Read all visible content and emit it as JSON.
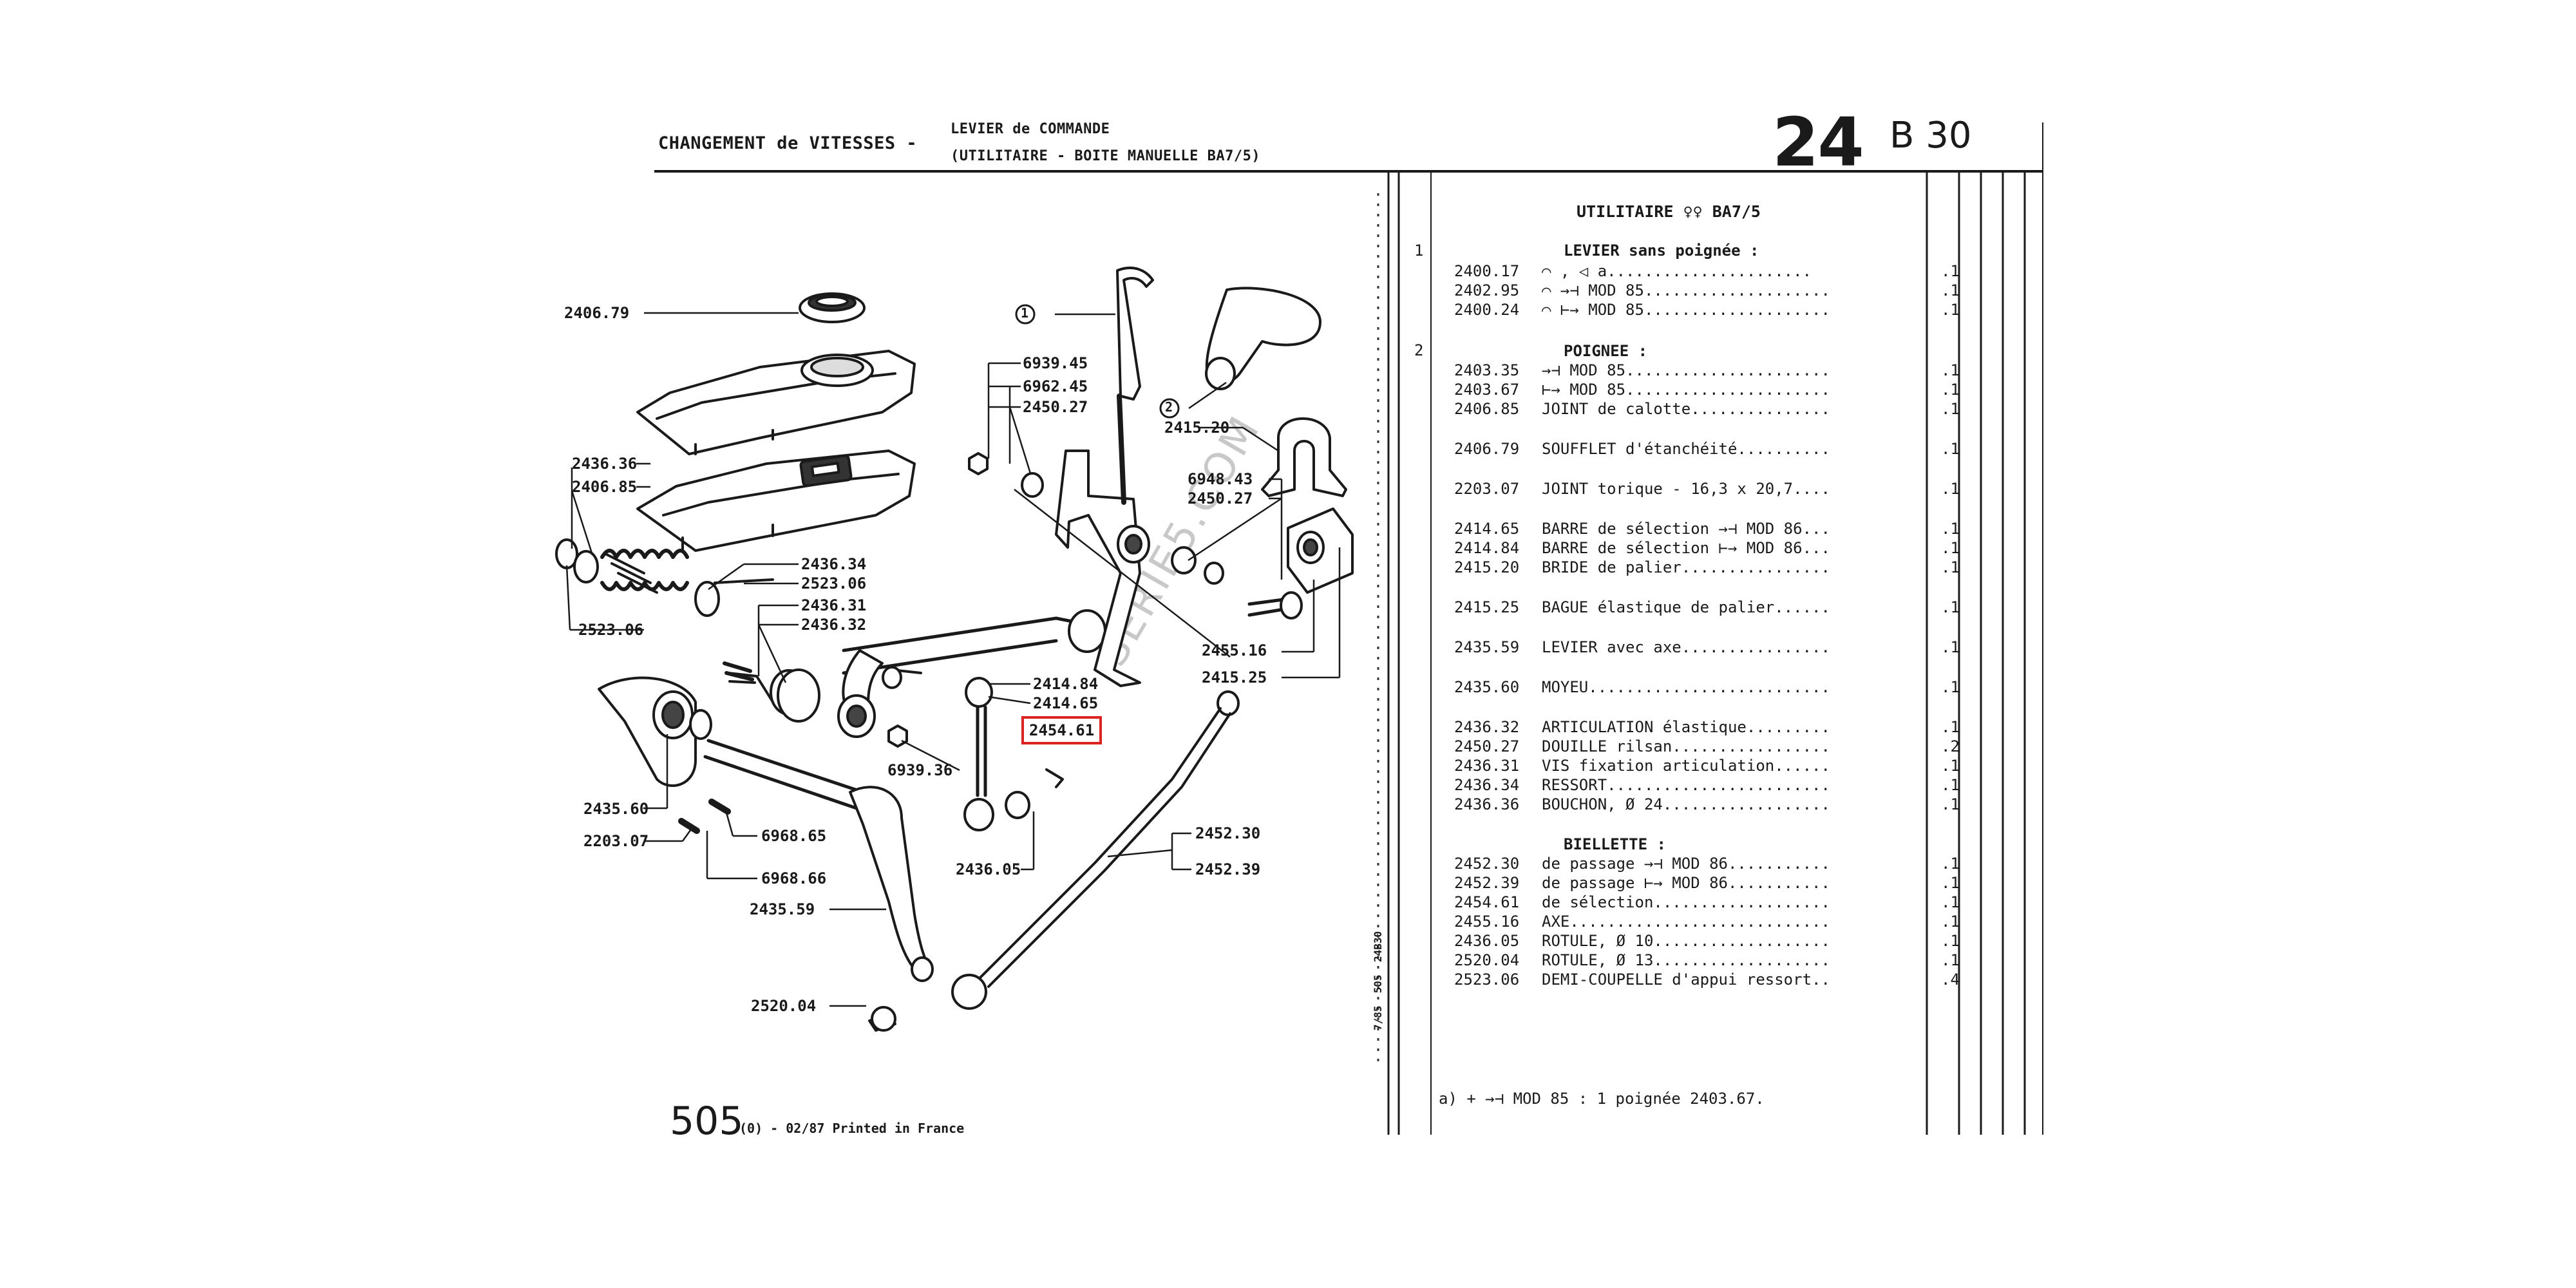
{
  "header": {
    "title_left": "CHANGEMENT de VITESSES -",
    "title_sub1": "LEVIER de COMMANDE",
    "title_sub2": "(UTILITAIRE - BOITE MANUELLE BA7/5)",
    "page_group": "24",
    "page_sub": "B 30"
  },
  "diagram": {
    "watermark": "SERIE5.COM",
    "callouts": {
      "c240679": "2406.79",
      "c243636": "2436.36",
      "c240685": "2406.85",
      "c243634": "2436.34",
      "c252306a": "2523.06",
      "c252306b": "2523.06",
      "c243631": "2436.31",
      "c243632": "2436.32",
      "c243560": "2435.60",
      "c220307": "2203.07",
      "c696865": "6968.65",
      "c696866": "6968.66",
      "c243559": "2435.59",
      "c252004": "2520.04",
      "c693945": "6939.45",
      "c696245": "6962.45",
      "c245027a": "2450.27",
      "c241520a": "2415.20",
      "c694843": "6948.43",
      "c245027b": "2450.27",
      "c245516": "2455.16",
      "c241525": "2415.25",
      "c241484": "2414.84",
      "c241465": "2414.65",
      "c245461": "2454.61",
      "c693936": "6939.36",
      "c243605": "2436.05",
      "c245230": "2452.30",
      "c245239": "2452.39",
      "circ1": "1",
      "circ2": "2"
    }
  },
  "parts": {
    "model_title": "UTILITAIRE ♀♀ BA7/5",
    "group1_num": "1",
    "group2_num": "2",
    "rows": [
      {
        "ref": "",
        "desc": "LEVIER sans poignée :",
        "qty": ""
      },
      {
        "ref": "2400.17",
        "desc": "⌒ , ◁ a......................",
        "qty": ".1"
      },
      {
        "ref": "2402.95",
        "desc": "⌒ →⊣ MOD 85....................",
        "qty": ".1"
      },
      {
        "ref": "2400.24",
        "desc": "⌒ ⊢→ MOD 85....................",
        "qty": ".1"
      },
      {
        "ref": "",
        "desc": "POIGNEE :",
        "qty": ""
      },
      {
        "ref": "2403.35",
        "desc": "→⊣ MOD 85......................",
        "qty": ".1"
      },
      {
        "ref": "2403.67",
        "desc": "⊢→ MOD 85......................",
        "qty": ".1"
      },
      {
        "ref": "2406.85",
        "desc": "JOINT de calotte...............",
        "qty": ".1"
      },
      {
        "ref": "2406.79",
        "desc": "SOUFFLET d'étanchéité..........",
        "qty": ".1"
      },
      {
        "ref": "2203.07",
        "desc": "JOINT torique - 16,3 x 20,7....",
        "qty": ".1"
      },
      {
        "ref": "2414.65",
        "desc": "BARRE de sélection →⊣ MOD 86...",
        "qty": ".1"
      },
      {
        "ref": "2414.84",
        "desc": "BARRE de sélection ⊢→ MOD 86...",
        "qty": ".1"
      },
      {
        "ref": "2415.20",
        "desc": "BRIDE de palier................",
        "qty": ".1"
      },
      {
        "ref": "2415.25",
        "desc": "BAGUE élastique de palier......",
        "qty": ".1"
      },
      {
        "ref": "2435.59",
        "desc": "LEVIER avec axe................",
        "qty": ".1"
      },
      {
        "ref": "2435.60",
        "desc": "MOYEU..........................",
        "qty": ".1"
      },
      {
        "ref": "2436.32",
        "desc": "ARTICULATION élastique.........",
        "qty": ".1"
      },
      {
        "ref": "2450.27",
        "desc": "DOUILLE rilsan.................",
        "qty": ".2"
      },
      {
        "ref": "2436.31",
        "desc": "VIS fixation articulation......",
        "qty": ".1"
      },
      {
        "ref": "2436.34",
        "desc": "RESSORT........................",
        "qty": ".1"
      },
      {
        "ref": "2436.36",
        "desc": "BOUCHON, Ø 24..................",
        "qty": ".1"
      },
      {
        "ref": "",
        "desc": "BIELLETTE :",
        "qty": ""
      },
      {
        "ref": "2452.30",
        "desc": "de passage →⊣ MOD 86...........",
        "qty": ".1"
      },
      {
        "ref": "2452.39",
        "desc": "de passage ⊢→ MOD 86...........",
        "qty": ".1"
      },
      {
        "ref": "2454.61",
        "desc": "de sélection...................",
        "qty": ".1"
      },
      {
        "ref": "2455.16",
        "desc": "AXE............................",
        "qty": ".1"
      },
      {
        "ref": "2436.05",
        "desc": "ROTULE, Ø 10...................",
        "qty": ".1"
      },
      {
        "ref": "2520.04",
        "desc": "ROTULE, Ø 13...................",
        "qty": ".1"
      },
      {
        "ref": "2523.06",
        "desc": "DEMI-COUPELLE d'appui ressort..",
        "qty": ".4"
      }
    ],
    "note": "a) + →⊣ MOD 85 : 1 poignée 2403.67.",
    "side_code": "7/85  505  24B30"
  },
  "footer": {
    "model": "505",
    "text": "(0) - 02/87 Printed in France"
  },
  "colors": {
    "highlight": "#dd2222",
    "ink": "#1a1a1a"
  }
}
